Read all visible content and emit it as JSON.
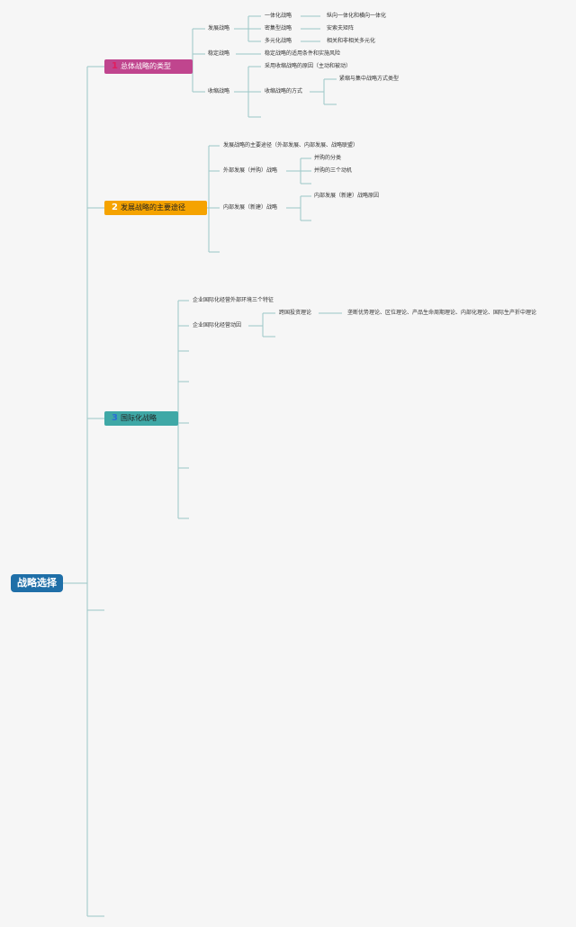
{
  "root": "战略选择",
  "branches": [
    {
      "number": "1",
      "label": "总体战略的类型"
    },
    {
      "number": "2",
      "label": "发展战略的主要途径"
    },
    {
      "number": "3",
      "label": "国际化战略"
    }
  ],
  "b1": {
    "fazhan": "发展战略",
    "yitihua": "一体化战略",
    "yitihua_leaf": "纵向一体化和横向一体化",
    "miji": "密集型战略",
    "miji_leaf": "安索夫矩阵",
    "duoyuan": "多元化战略",
    "duoyuan_leaf": "相关和非相关多元化",
    "wending": "稳定战略",
    "wending_leaf": "稳定战略的适用条件和实施风险",
    "shousuo": "收缩战略",
    "shousuo_yuanyin": "采用收缩战略的原因（主动和被动）",
    "shousuo_fangshi": "收缩战略的方式",
    "fangshi_leaf": "紧缩与集中战略方式类型"
  },
  "b2": {
    "tujing": "发展战略的主要途径（外部发展、内部发展、战略联盟）",
    "waibu": "外部发展（并购）战略",
    "binggou_fenlei": "并购的分类",
    "binggou_dongji": "并购的三个动机",
    "neibu": "内部发展（新建）战略",
    "neibu_yuanyin": "内部发展（新建）战略原因"
  },
  "b3": {
    "tezheng": "企业国际化经营外部环境三个特征",
    "dongyin": "企业国际化经营动因",
    "kuaguo": "跨国投资理论",
    "lilun": "垄断优势理论、区位理论、产品生命周期理论、内部化理论、国际生产折中理论"
  }
}
